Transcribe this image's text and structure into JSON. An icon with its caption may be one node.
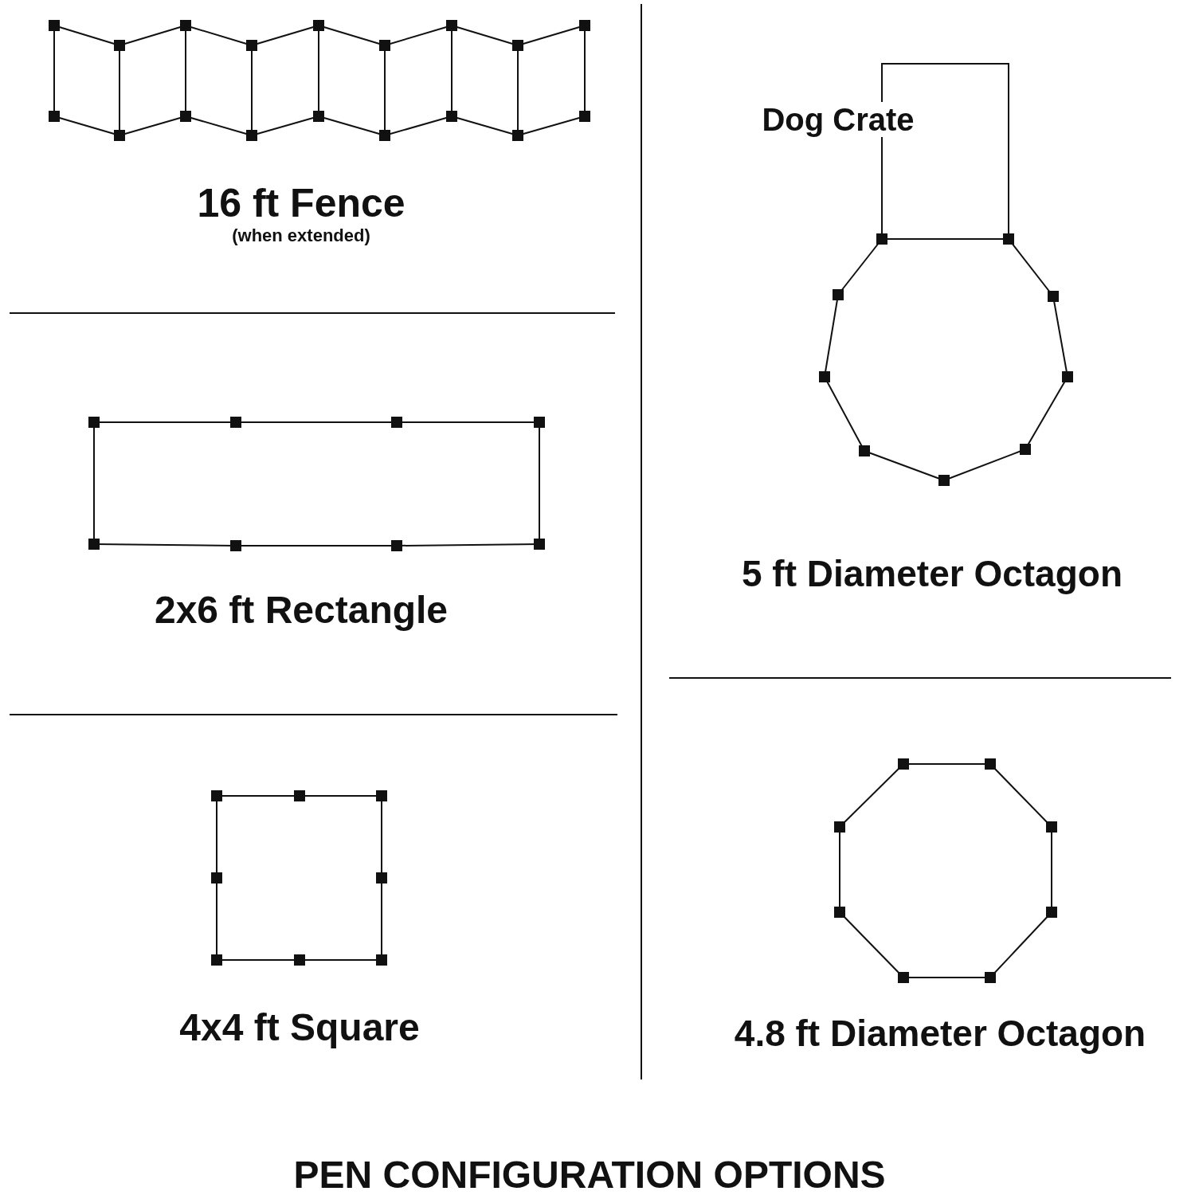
{
  "diagram": {
    "title": "PEN CONFIGURATION OPTIONS",
    "labels": [
      "16 ft Fence",
      "(when extended)",
      "2x6 ft Rectangle",
      "4x4 ft Square",
      "Dog Crate",
      "5 ft Diameter Octagon",
      "4.8 ft Diameter Octagon"
    ]
  }
}
